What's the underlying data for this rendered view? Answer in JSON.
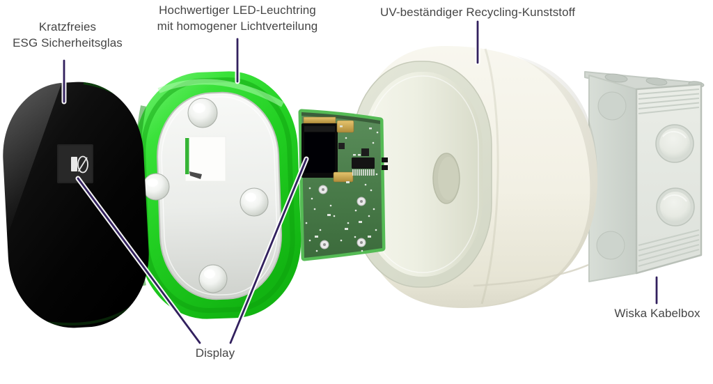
{
  "figure": {
    "type": "exploded-product-diagram",
    "background": "#ffffff"
  },
  "labels": {
    "glass": {
      "line1": "Kratzfreies",
      "line2": "ESG Sicherheitsglas"
    },
    "led_ring": {
      "line1": "Hochwertiger LED-Leuchtring",
      "line2": "mit homogener Lichtverteilung"
    },
    "plastic": {
      "line1": "UV-beständiger Recycling-Kunststoff"
    },
    "display": {
      "line1": "Display"
    },
    "cable_box": {
      "line1": "Wiska Kabelbox"
    }
  },
  "colors": {
    "label_text": "#454545",
    "pointer_line": "#32205e",
    "pointer_line_casing": "#ffffff",
    "led_green": "#2ed32e",
    "glass_black": "#070707",
    "pcb_green": "#4a7c4a",
    "housing_cream": "#f1efe3",
    "cable_box_gray": "#e2e6e1"
  },
  "icons": {
    "display_glyph": "charging-station-pictogram"
  }
}
